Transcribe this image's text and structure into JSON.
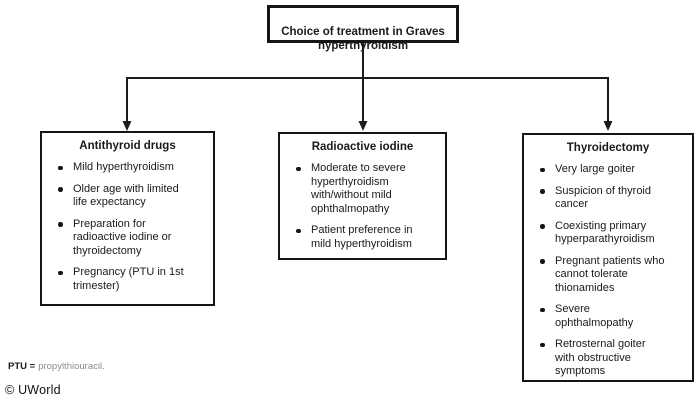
{
  "root": {
    "title": "Choice of treatment in Graves\nhyperthyroidism"
  },
  "branches": [
    {
      "id": "antithyroid-drugs",
      "title": "Antithyroid drugs",
      "items": [
        "Mild hyperthyroidism",
        "Older age with limited\nlife expectancy",
        "Preparation for\nradioactive iodine or\nthyroidectomy",
        "Pregnancy (PTU in 1st\ntrimester)"
      ]
    },
    {
      "id": "radioactive-iodine",
      "title": "Radioactive iodine",
      "items": [
        "Moderate to severe\nhyperthyroidism\nwith/without mild\nophthalmopathy",
        "Patient preference in\nmild hyperthyroidism"
      ]
    },
    {
      "id": "thyroidectomy",
      "title": "Thyroidectomy",
      "items": [
        "Very large goiter",
        "Suspicion of thyroid\ncancer",
        "Coexisting primary\nhyperparathyroidism",
        "Pregnant patients who\ncannot tolerate\nthionamides",
        "Severe\nophthalmopathy",
        "Retrosternal goiter\nwith obstructive\nsymptoms"
      ]
    }
  ],
  "footnote": {
    "abbr": "PTU =",
    "definition": "propylthiouracil."
  },
  "copyright": "© UWorld",
  "colors": {
    "line": "#1c1c1c",
    "text": "#1a1a1a",
    "footnote_gray": "#8c8c8c",
    "background": "#ffffff"
  }
}
